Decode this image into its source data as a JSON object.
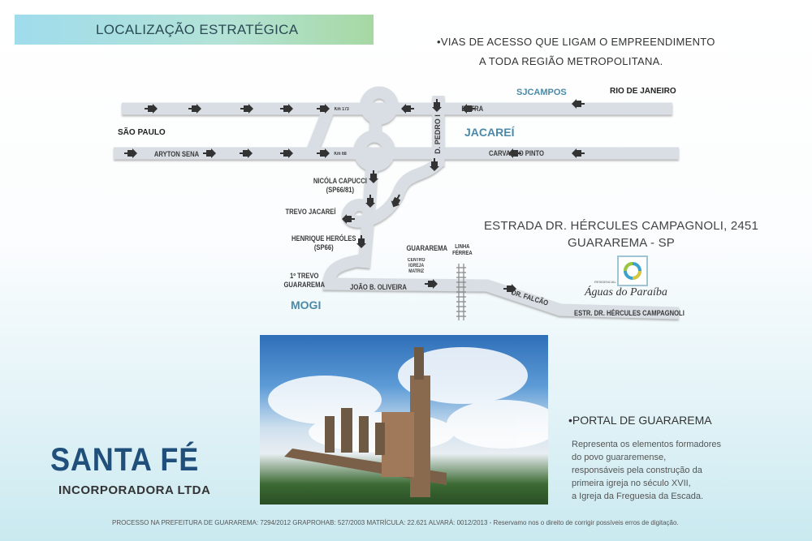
{
  "header": {
    "title": "LOCALIZAÇÃO ESTRATÉGICA"
  },
  "intro": {
    "line1": "•VIAS DE ACESSO QUE LIGAM O EMPREENDIMENTO",
    "line2": "A TODA REGIÃO METROPOLITANA."
  },
  "map": {
    "cities": {
      "sao_paulo": "SÃO PAULO",
      "rio": "RIO DE JANEIRO",
      "sjcampos": "SJCAMPOS",
      "jacarei": "JACAREÍ",
      "mogi": "MOGI"
    },
    "roads": {
      "dutra": "DUTRA",
      "aryton": "ARYTON SENA",
      "carvalho": "CARVALHO PINTO",
      "km173": "Km 173",
      "km68": "Km 68",
      "pedro": "D. PEDRO I",
      "nicola": "NICÓLA CAPUCCI",
      "nicola_code": "(SP66/81)",
      "trevo_jacarei": "TREVO JACAREÍ",
      "henrique": "HENRIQUE HERÓLES",
      "henrique_code": "(SP66)",
      "trevo1": "1º TREVO",
      "trevo1b": "GUARAREMA",
      "joao": "JOÃO B. OLIVEIRA",
      "guararema": "GUARAREMA",
      "centro": "CENTRO",
      "igreja": "IGREJA",
      "matriz": "MATRIZ",
      "linha": "LINHA",
      "ferrea": "FÉRREA",
      "falcao": "DR. FALCÃO",
      "estr": "ESTR. DR. HÉRCULES CAMPAGNOLI"
    },
    "address": {
      "line1": "ESTRADA DR. HÉRCULES CAMPAGNOLI, 2451",
      "line2": "GUARAREMA - SP"
    },
    "development": {
      "small": "RESIDENCIAL",
      "name": "Águas do Paraíba"
    }
  },
  "brand": {
    "name": "SANTA FÉ",
    "sub": "INCORPORADORA LTDA"
  },
  "portal": {
    "title": "•PORTAL DE GUARAREMA",
    "lines": [
      "Representa os elementos formadores",
      "do povo guararemense,",
      "responsáveis pela construção da",
      "primeira igreja no século XVII,",
      "a Igreja da Freguesia da Escada."
    ]
  },
  "footer": "PROCESSO NA PREFEITURA DE GUARAREMA: 7294/2012   GRAPROHAB: 527/2003   MATRÍCULA: 22.621   ALVARÁ: 0012/2013 - Reservamo nos o direito de corrigir possíveis erros de digitação.",
  "colors": {
    "road": "#d9dee4",
    "accent": "#1f4f7a",
    "city_blue": "#4a8aa8"
  }
}
